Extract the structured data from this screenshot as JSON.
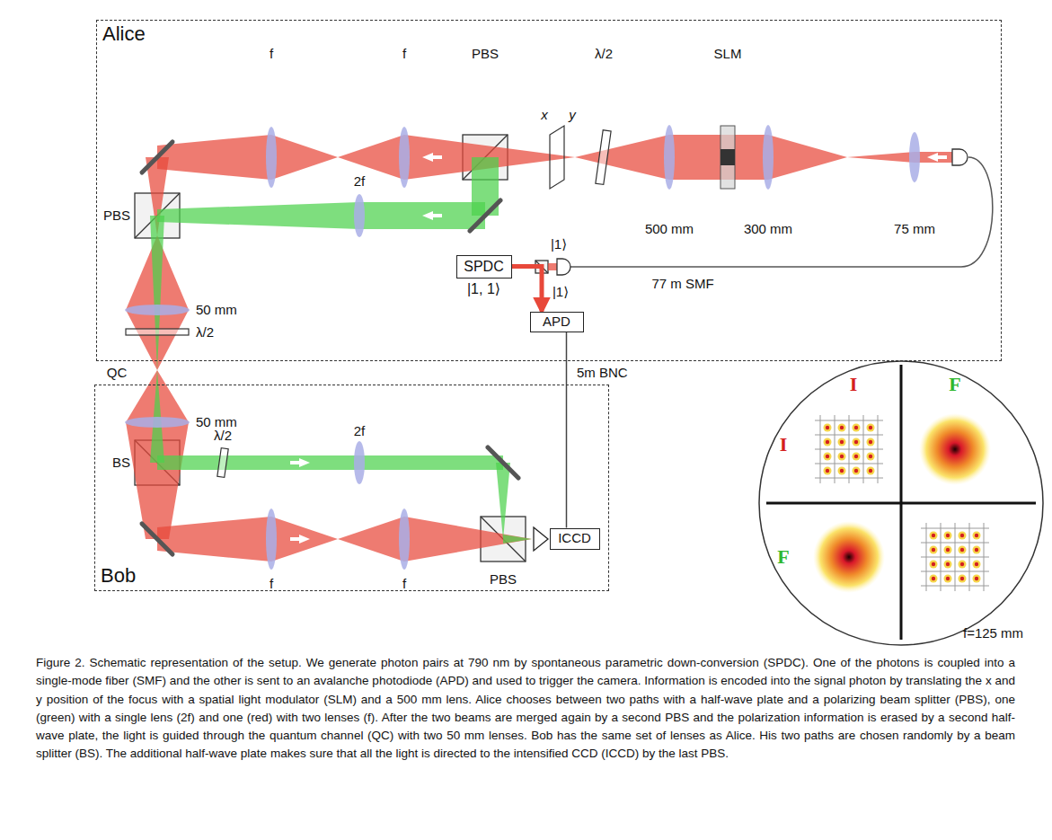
{
  "diagram": {
    "caption": "Figure 2. Schematic representation of the setup. We generate photon pairs at 790 nm by spontaneous parametric down-conversion (SPDC). One of the photons is coupled into a single-mode fiber (SMF) and the other is sent to an avalanche photodiode (APD) and used to trigger the camera. Information is encoded into the signal photon by translating the x and y position of the focus with a spatial light modulator (SLM) and a 500 mm lens. Alice chooses between two paths with a half-wave plate and a polarizing beam splitter (PBS), one (green) with a single lens (2f) and one (red) with two lenses (f). After the two beams are merged again by a second PBS and the polarization information is erased by a second half-wave plate, the light is guided through the quantum channel (QC) with two 50 mm lenses. Bob has the same set of lenses as Alice. His two paths are chosen randomly by a beam splitter (BS). The additional half-wave plate makes sure that all the light is directed to the intensified CCD (ICCD) by the last PBS.",
    "nodes": [
      {
        "text": [
          "Alice"
        ]
      },
      {
        "text": [
          "SPDC",
          "|1, 1⟩"
        ],
        "in": 0
      },
      {
        "text": [
          "APD"
        ],
        "in": 0
      },
      {
        "text": [
          "Bob"
        ]
      },
      {
        "text": [
          "ICCD"
        ],
        "in": 3
      }
    ],
    "edges": [
      {
        "from": 1,
        "to": 2,
        "arrow": "to"
      },
      {
        "from": 2,
        "to": 4,
        "arrow": "none",
        "label": "5m BNC"
      }
    ],
    "labels": [
      "f",
      "f",
      "PBS",
      "x",
      "y",
      "λ/2",
      "SLM",
      "500 mm",
      "300 mm",
      "75 mm",
      "|1⟩",
      "|1⟩",
      "77 m SMF",
      "PBS",
      "2f",
      "50 mm",
      "λ/2",
      "QC",
      "50 mm",
      "BS",
      "λ/2",
      "2f",
      "f",
      "f",
      "PBS",
      "I",
      "F",
      "I",
      "F",
      "f=125 mm"
    ]
  }
}
